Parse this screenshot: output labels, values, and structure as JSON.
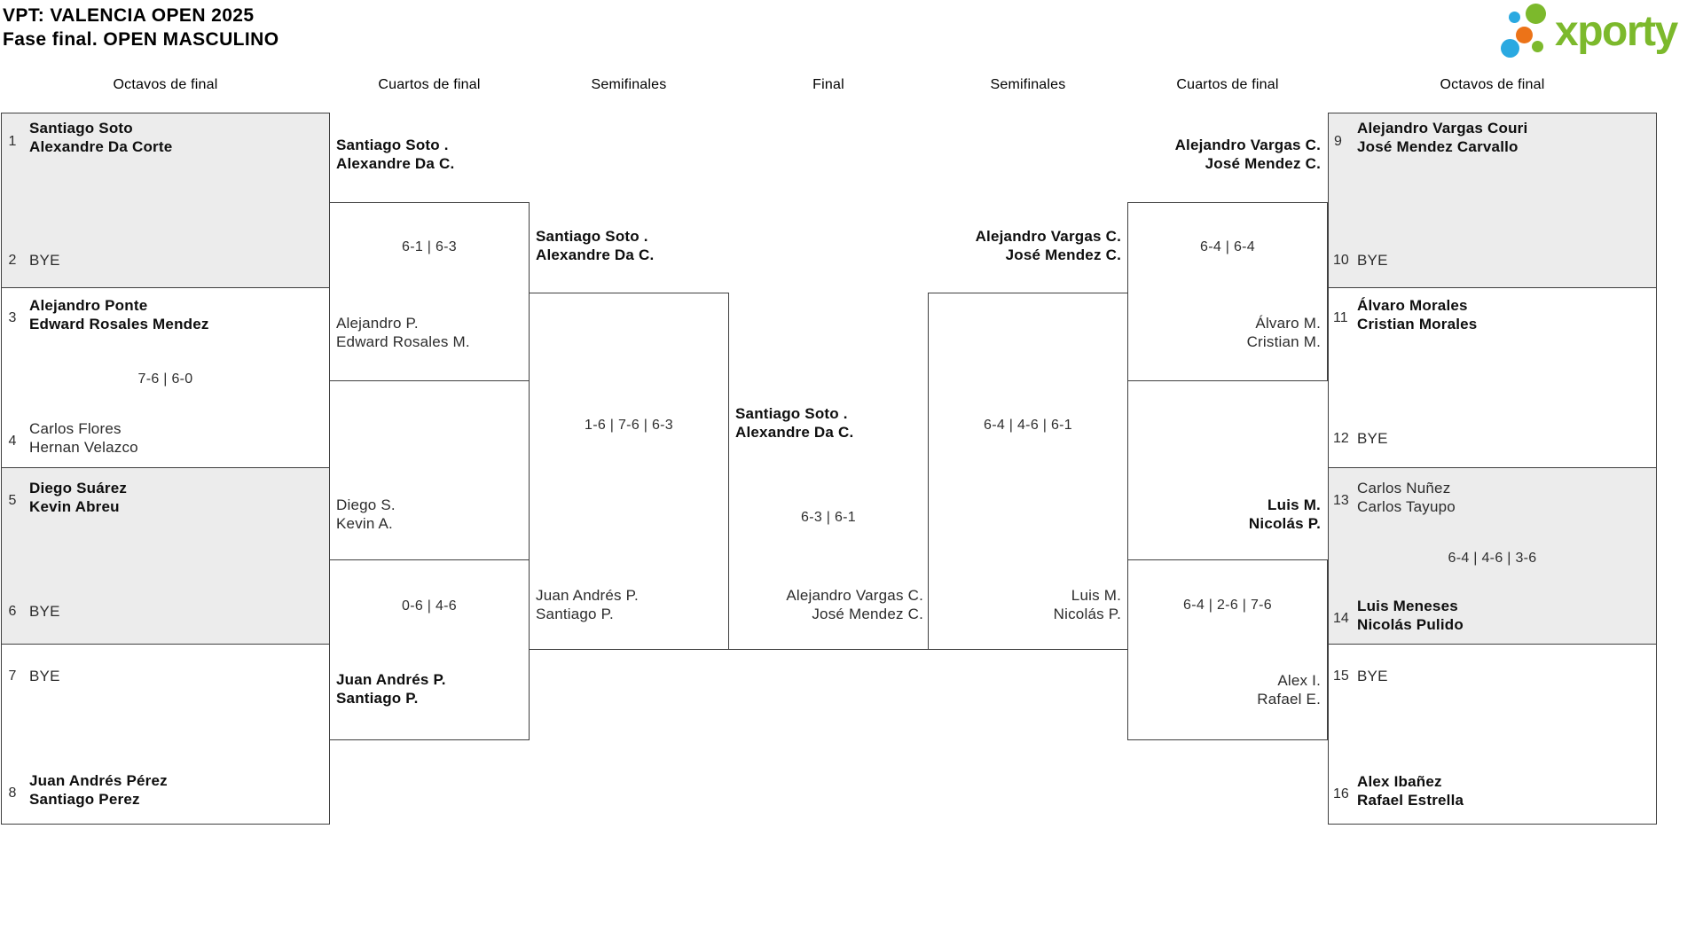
{
  "header": {
    "title_line1": "VPT: VALENCIA OPEN 2025",
    "title_line2": "Fase final. OPEN MASCULINO"
  },
  "logo": {
    "brand": "xporty"
  },
  "colors": {
    "accent_green": "#7cb92c",
    "accent_blue": "#2aa9e1",
    "accent_orange": "#ec7318",
    "box_gray": "#ececec",
    "line": "#3f3f3f"
  },
  "rounds": [
    "Octavos de final",
    "Cuartos de final",
    "Semifinales",
    "Final",
    "Semifinales",
    "Cuartos de final",
    "Octavos de final"
  ],
  "r16_left": [
    {
      "top_seed": "1",
      "top1": "Santiago Soto",
      "top2": "Alexandre Da Corte",
      "bot_seed": "2",
      "bot1": "BYE",
      "score": ""
    },
    {
      "top_seed": "3",
      "top1": "Alejandro Ponte",
      "top2": "Edward Rosales Mendez",
      "bot_seed": "4",
      "bot1": "Carlos Flores",
      "bot2": "Hernan Velazco",
      "score": "7-6 | 6-0"
    },
    {
      "top_seed": "5",
      "top1": "Diego Suárez",
      "top2": "Kevin Abreu",
      "bot_seed": "6",
      "bot1": "BYE",
      "score": ""
    },
    {
      "top_seed": "7",
      "top1": "BYE",
      "bot_seed": "8",
      "bot1": "Juan Andrés Pérez",
      "bot2": "Santiago Perez",
      "score": ""
    }
  ],
  "r16_right": [
    {
      "top_seed": "9",
      "top1": "Alejandro Vargas Couri",
      "top2": "José Mendez Carvallo",
      "bot_seed": "10",
      "bot1": "BYE",
      "score": ""
    },
    {
      "top_seed": "11",
      "top1": "Álvaro Morales",
      "top2": "Cristian Morales",
      "bot_seed": "12",
      "bot1": "BYE",
      "score": ""
    },
    {
      "top_seed": "13",
      "top1": "Carlos Nuñez",
      "top2": "Carlos Tayupo",
      "bot_seed": "14",
      "bot1": "Luis Meneses",
      "bot2": "Nicolás Pulido",
      "score": "6-4 | 4-6 | 3-6"
    },
    {
      "top_seed": "15",
      "top1": "BYE",
      "bot_seed": "16",
      "bot1": "Alex Ibañez",
      "bot2": "Rafael Estrella",
      "score": ""
    }
  ],
  "qf_left": {
    "m1_winner1": "Santiago Soto .",
    "m1_winner2": "Alexandre Da C.",
    "m1_score": "6-1 | 6-3",
    "m1_loser1": "Alejandro P.",
    "m1_loser2": "Edward Rosales M.",
    "m2_top1": "Diego S.",
    "m2_top2": "Kevin A.",
    "m2_score": "0-6 | 4-6",
    "m2_winner1": "Juan Andrés P.",
    "m2_winner2": "Santiago P."
  },
  "qf_right": {
    "m1_winner1": "Alejandro Vargas C.",
    "m1_winner2": "José Mendez C.",
    "m1_score": "6-4 | 6-4",
    "m1_loser1": "Álvaro M.",
    "m1_loser2": "Cristian M.",
    "m2_winner1": "Luis M.",
    "m2_winner2": "Nicolás P.",
    "m2_score": "6-4 | 2-6 | 7-6",
    "m2_loser1": "Alex I.",
    "m2_loser2": "Rafael E."
  },
  "sf_left": {
    "winner1": "Santiago Soto .",
    "winner2": "Alexandre Da C.",
    "score": "1-6 | 7-6 | 6-3",
    "loser1": "Juan Andrés P.",
    "loser2": "Santiago P."
  },
  "sf_right": {
    "winner1": "Alejandro Vargas C.",
    "winner2": "José Mendez C.",
    "score": "6-4 | 4-6 | 6-1",
    "loser1": "Luis M.",
    "loser2": "Nicolás P."
  },
  "final": {
    "team_left1": "Santiago Soto .",
    "team_left2": "Alexandre Da C.",
    "score": "6-3 | 6-1",
    "team_right1": "Alejandro Vargas C.",
    "team_right2": "José Mendez C."
  }
}
